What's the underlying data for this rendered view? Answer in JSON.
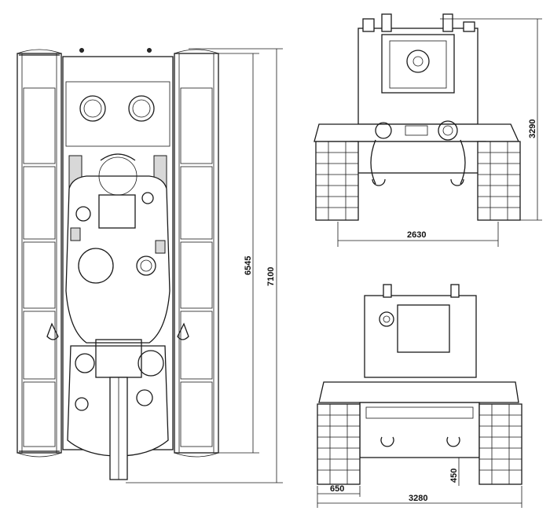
{
  "dimensions": {
    "hull_length": "6545",
    "overall_length": "7100",
    "height": "3290",
    "track_center_width": "2630",
    "track_width": "650",
    "ground_clearance": "450",
    "overall_width": "3280"
  },
  "views": [
    "top-view",
    "front-view",
    "rear-view"
  ]
}
